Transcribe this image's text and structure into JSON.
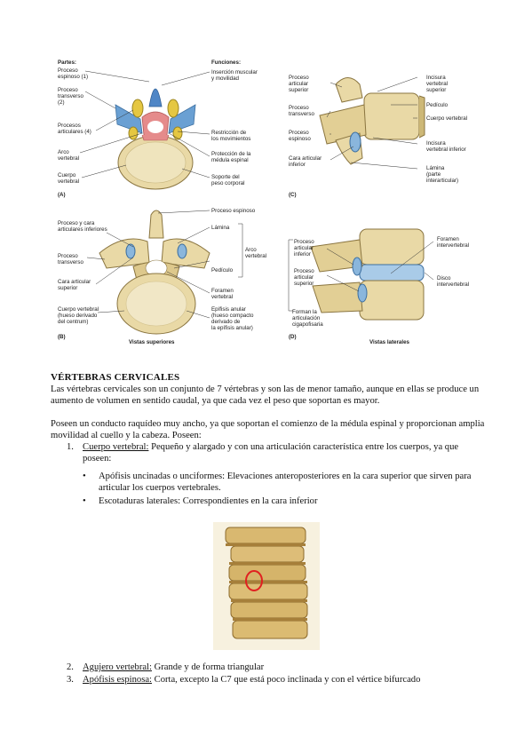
{
  "figure_top": {
    "panelA": {
      "partes_title": "Partes:",
      "funciones_title": "Funciones:",
      "proceso_espinoso": "Proceso\nespinoso (1)",
      "proceso_transverso": "Proceso\ntransverso\n(2)",
      "procesos_articulares": "Procesos\narticulares (4)",
      "arco_vertebral": "Arco\nvertebral",
      "cuerpo_vertebral": "Cuerpo\nvertebral",
      "insercion": "Inserción muscular\ny movilidad",
      "restriccion": "Restricción de\nlos movimientos",
      "proteccion": "Protección de la\nmédula espinal",
      "soporte": "Soporte del\npeso corporal",
      "tag": "(A)"
    },
    "panelC": {
      "proceso_articular_superior": "Proceso\narticular\nsuperior",
      "proceso_transverso": "Proceso\ntransverso",
      "proceso_espinoso": "Proceso\nespinoso",
      "cara_articular_inferior": "Cara articular\ninferior",
      "incisura_superior": "Incisura\nvertebral\nsuperior",
      "pediculo": "Pedículo",
      "cuerpo_vertebral": "Cuerpo vertebral",
      "incisura_inferior": "Incisura\nvertebral inferior",
      "lamina": "Lámina\n(parte\ninterarticular)",
      "tag": "(C)"
    },
    "panelB": {
      "proceso_cara_articulares": "Proceso y cara\narticulares inferiores",
      "proceso_transverso": "Proceso\ntransverso",
      "cara_articular_superior": "Cara articular\nsuperior",
      "cuerpo_vertebral": "Cuerpo vertebral\n(hueso derivado\ndel centrum)",
      "proceso_espinoso": "Proceso espinoso",
      "lamina": "Lámina",
      "arco_vertebral": "Arco\nvertebral",
      "pediculo": "Pedículo",
      "foramen": "Foramen\nvertebral",
      "epifisis": "Epífisis anular\n(hueso compacto\nderivado de\nla epífisis anular)",
      "vistas_superiores": "Vistas superiores",
      "tag": "(B)"
    },
    "panelD": {
      "proceso_articular_inferior": "Proceso\narticular\ninferior",
      "proceso_articular_superior": "Proceso\narticular\nsuperior",
      "forman": "Forman la\narticulación\ncigapofisaria",
      "foramen_intervertebral": "Foramen\nintervertebral",
      "disco_intervertebral": "Disco\nintervertebral",
      "vistas_laterales": "Vistas laterales",
      "tag": "(D)"
    }
  },
  "section": {
    "title": "VÉRTEBRAS  CERVICALES",
    "para1": "Las vértebras cervicales son un conjunto de 7 vértebras y son las de menor tamaño, aunque en ellas se produce un aumento de volumen en sentido caudal, ya que cada vez el peso que soportan es mayor.",
    "para2": "Poseen un conducto raquídeo muy ancho, ya que soportan el comienzo de la médula espinal y proporcionan amplia movilidad al cuello y la cabeza. Poseen:",
    "item1": {
      "num": "1.",
      "term": "Cuerpo vertebral:",
      "text": " Pequeño y alargado y con una articulación característica entre los cuerpos, ya que poseen:",
      "bullets": [
        "Apófisis uncinadas o unciformes: Elevaciones anteroposteriores en la cara superior que sirven para articular los cuerpos vertebrales.",
        "Escotaduras laterales: Correspondientes en la cara inferior"
      ]
    },
    "item2": {
      "num": "2.",
      "term": "Agujero vertebral:",
      "text": " Grande y de forma triangular"
    },
    "item3": {
      "num": "3.",
      "term": "Apófisis espinosa:",
      "text": " Corta, excepto la C7 que está poco inclinada y con el vértice bifurcado"
    }
  }
}
